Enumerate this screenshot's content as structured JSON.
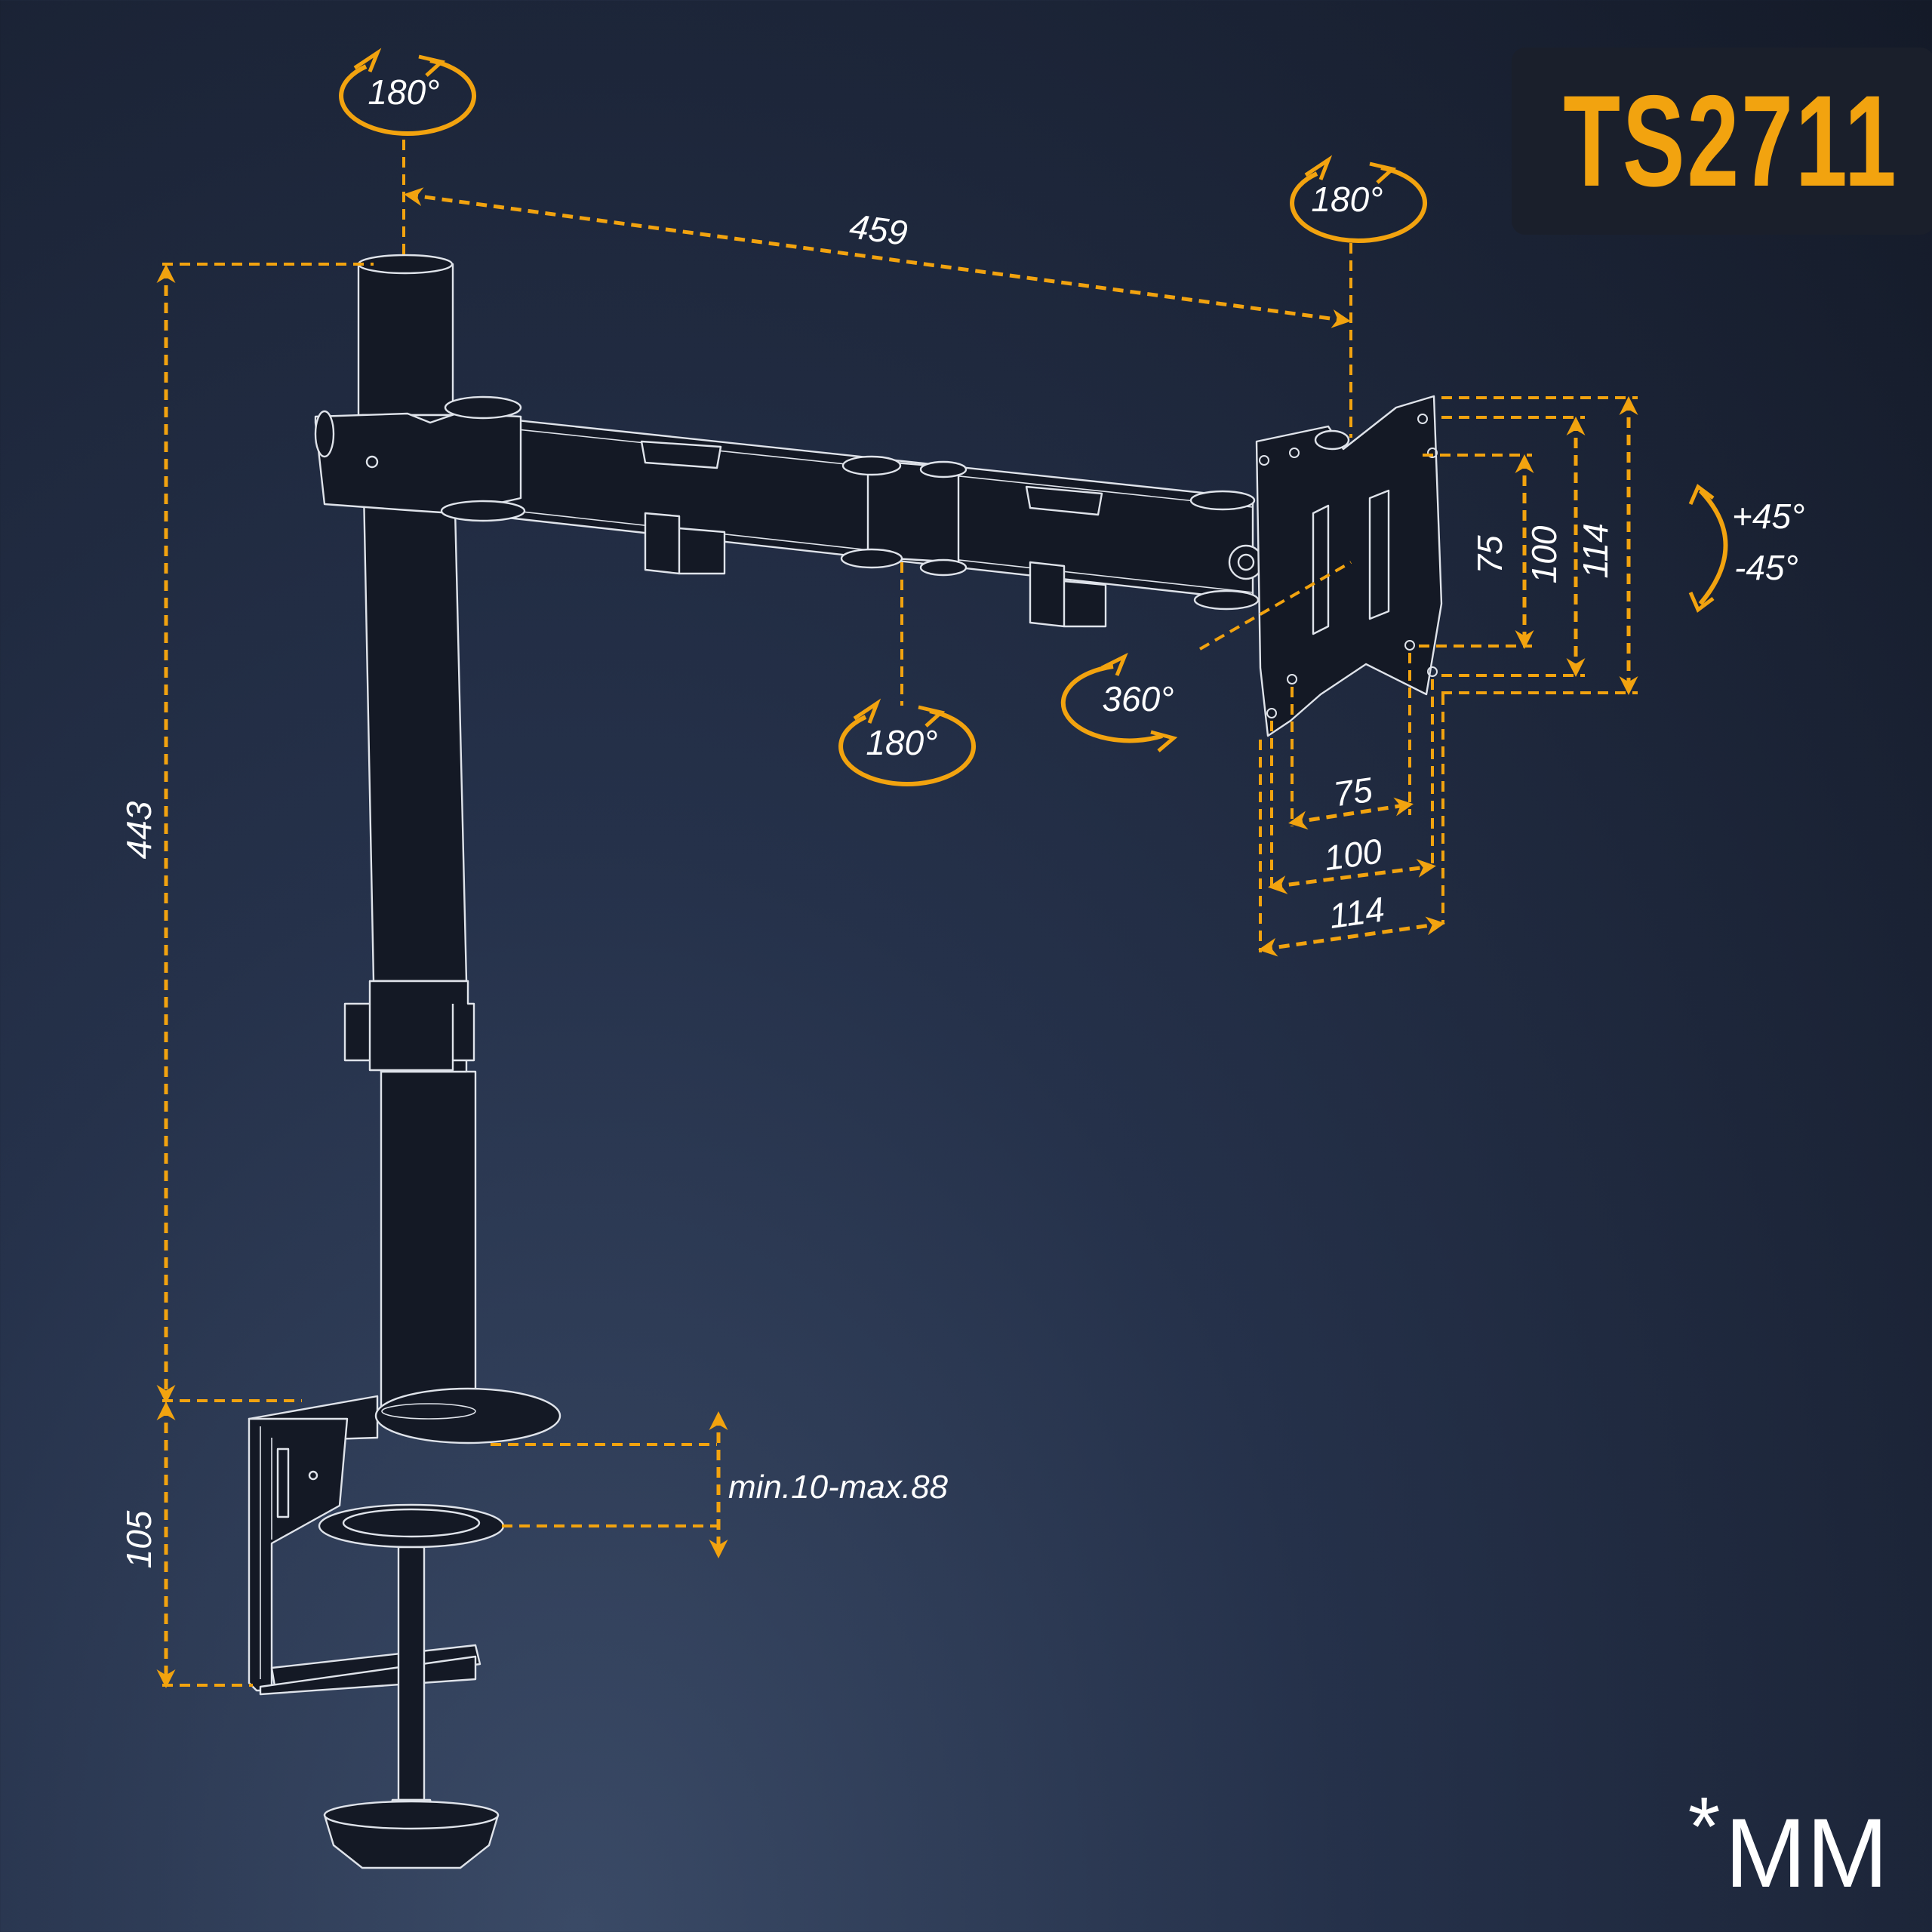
{
  "model": {
    "code": "TS2711"
  },
  "units": {
    "star": "*",
    "label": "MM"
  },
  "colors": {
    "accent": "#f2a30f",
    "line": "#e0e4ea",
    "background": "#1e2840"
  },
  "rotations": {
    "pole_top": "180°",
    "arm_end": "180°",
    "arm_joint": "180°",
    "vesa_plate": "360°",
    "tilt_up": "+45°",
    "tilt_down": "-45°"
  },
  "dimensions": {
    "arm_length": "459",
    "pole_height": "443",
    "clamp_height": "105",
    "desk_thickness": "min.10-max.88",
    "vesa_vertical": [
      "75",
      "100",
      "114"
    ],
    "vesa_horizontal": [
      "75",
      "100",
      "114"
    ]
  }
}
